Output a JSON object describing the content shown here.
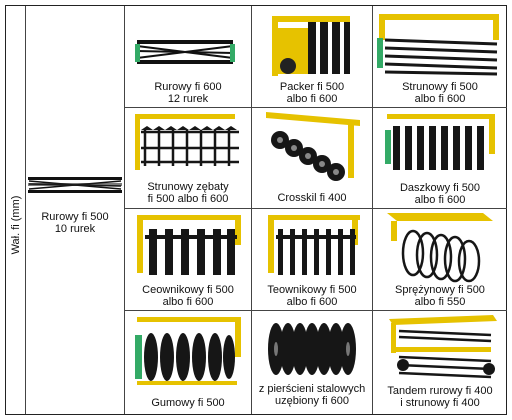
{
  "side_label": "Wał. fi (mm)",
  "left_item": {
    "line1": "Rurowy fi 500",
    "line2": "10 rurek",
    "icon": "rurowy-roller-icon"
  },
  "grid": [
    [
      {
        "line1": "Rurowy fi 600",
        "line2": "12 rurek",
        "icon": "rurowy-roller-icon"
      },
      {
        "line1": "Packer fi 500",
        "line2": "albo fi 600",
        "icon": "packer-roller-icon"
      },
      {
        "line1": "Strunowy fi 500",
        "line2": "albo fi 600",
        "icon": "strunowy-roller-icon"
      }
    ],
    [
      {
        "line1": "Strunowy zębaty",
        "line2": "fi 500 albo fi 600",
        "icon": "toothed-roller-icon"
      },
      {
        "line1": "Crosskil fi 400",
        "line2": "",
        "icon": "crosskil-roller-icon"
      },
      {
        "line1": "Daszkowy fi 500",
        "line2": "albo fi 600",
        "icon": "daszkowy-roller-icon"
      }
    ],
    [
      {
        "line1": "Ceownikowy fi 500",
        "line2": "albo fi 600",
        "icon": "ceownikowy-roller-icon"
      },
      {
        "line1": "Teownikowy fi 500",
        "line2": "albo fi 600",
        "icon": "teownikowy-roller-icon"
      },
      {
        "line1": "Sprężynowy fi 500",
        "line2": "albo fi 550",
        "icon": "spring-roller-icon"
      }
    ],
    [
      {
        "line1": "Gumowy fi 500",
        "line2": "",
        "icon": "rubber-roller-icon"
      },
      {
        "line1": "z pierścieni stalowych",
        "line2": "uzębiony fi 600",
        "icon": "steel-ring-roller-icon"
      },
      {
        "line1": "Tandem rurowy fi 400",
        "line2": "i strunowy fi 400",
        "icon": "tandem-roller-icon"
      }
    ]
  ],
  "colors": {
    "frame_yellow": "#e6c200",
    "roller_black": "#161616",
    "border": "#444444"
  }
}
